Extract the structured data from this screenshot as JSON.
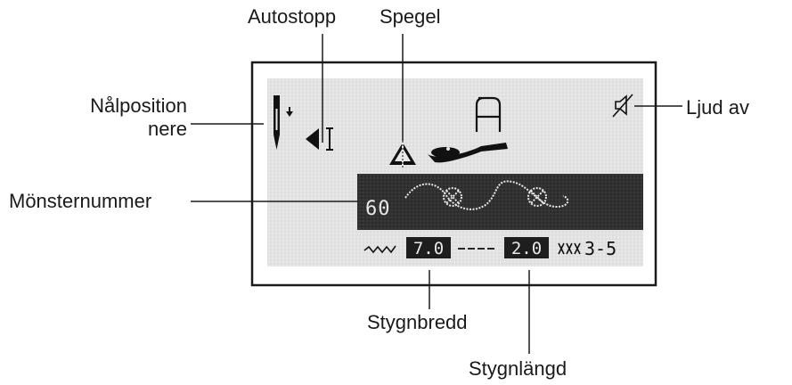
{
  "callouts": {
    "autostopp": "Autostopp",
    "spegel": "Spegel",
    "nalposition_line1": "Nålposition",
    "nalposition_line2": "nere",
    "ljud_av": "Ljud av",
    "monsternummer": "Mönsternummer",
    "stygnbredd": "Stygnbredd",
    "stygnlangd": "Stygnlängd"
  },
  "lcd": {
    "stitch_letter": "A",
    "pattern_number": "60",
    "stitch_width_value": "7.0",
    "stitch_length_value": "2.0",
    "buttonhole_range": "3-5"
  },
  "colors": {
    "lcd_background": "#e8e8e8",
    "lcd_dark_band": "#2a2a2a",
    "lcd_pixel": "#111111",
    "frame": "#1a1a1a"
  }
}
